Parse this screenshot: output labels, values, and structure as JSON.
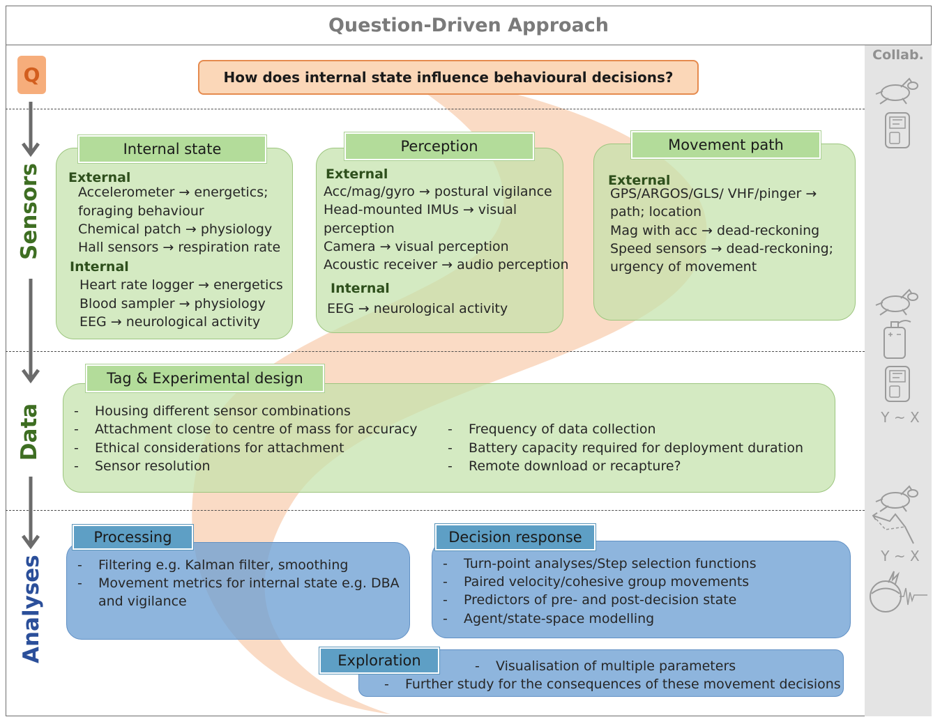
{
  "title": "Question-Driven Approach",
  "collab_label": "Collab.",
  "question_badge": "Q",
  "question": "How does internal state influence behavioural decisions?",
  "sections": {
    "sensors": "Sensors",
    "data": "Data",
    "analyses": "Analyses"
  },
  "internal_state": {
    "title": "Internal state",
    "external_heading": "External",
    "external_lines": [
      "Accelerometer → energetics;",
      "foraging behaviour",
      "Chemical patch → physiology",
      "Hall sensors → respiration rate"
    ],
    "internal_heading": "Internal",
    "internal_lines": [
      "Heart rate logger → energetics",
      "Blood sampler → physiology",
      "EEG → neurological activity"
    ]
  },
  "perception": {
    "title": "Perception",
    "external_heading": "External",
    "external_lines": [
      "Acc/mag/gyro → postural vigilance",
      "Head-mounted IMUs → visual",
      "perception",
      "Camera → visual perception",
      "Acoustic receiver → audio perception"
    ],
    "internal_heading": "Internal",
    "internal_lines": [
      "EEG → neurological activity"
    ]
  },
  "movement_path": {
    "title": "Movement path",
    "external_heading": "External",
    "external_lines": [
      "GPS/ARGOS/GLS/ VHF/pinger →",
      "path; location",
      "Mag with acc → dead-reckoning",
      "Speed sensors →  dead-reckoning;",
      "urgency of movement"
    ]
  },
  "tag_design": {
    "title": "Tag & Experimental design",
    "left_items": [
      "Housing different sensor combinations",
      "Attachment close to centre of mass for accuracy",
      "Ethical considerations for attachment",
      "Sensor resolution"
    ],
    "right_items": [
      "Frequency of data collection",
      "Battery capacity required for deployment duration",
      "Remote download or recapture?"
    ]
  },
  "processing": {
    "title": "Processing",
    "items": [
      "Filtering e.g. Kalman filter, smoothing",
      "Movement metrics for internal state e.g. DBA"
    ],
    "continuation": "and vigilance"
  },
  "decision_response": {
    "title": "Decision response",
    "items": [
      "Turn-point analyses/Step selection functions",
      "Paired velocity/cohesive group movements",
      "Predictors of pre- and post-decision state",
      "Agent/state-space modelling"
    ]
  },
  "exploration": {
    "title": "Exploration",
    "items": [
      "Visualisation of multiple parameters",
      "Further study for the consequences of these movement decisions"
    ]
  },
  "collab_formulas": [
    "Y ~ X",
    "Y ~ X"
  ],
  "bullet": "-",
  "icons": [
    "turtle-icon",
    "tag-device-icon",
    "blood-sampler-icon",
    "path-track-icon",
    "brain-eeg-icon",
    "down-arrow-icon"
  ],
  "colors": {
    "question_fill": "#fbd7b8",
    "question_border": "#e58a4e",
    "green_box": "#c4e2aa",
    "green_tab": "#b3dc9a",
    "blue_box": "#6ea0d4",
    "blue_tab": "#5e9fc5",
    "swoosh": "#f8cfb1",
    "sensors_label": "#3e6e22",
    "analyses_label": "#2b4f9a"
  }
}
